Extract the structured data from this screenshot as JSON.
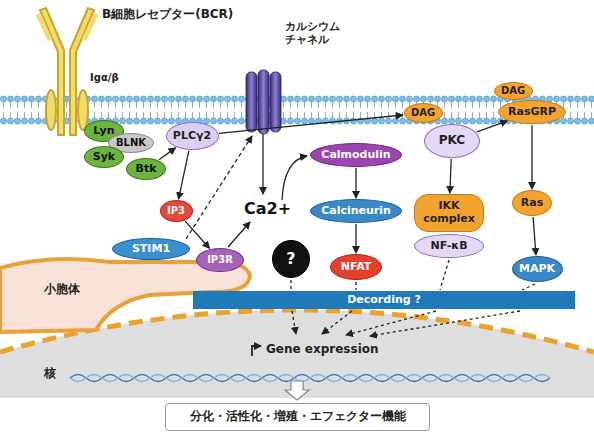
{
  "diagram": {
    "nodes": [
      {
        "text": [
          "Lyn"
        ]
      },
      {
        "text": [
          "BLNK"
        ]
      },
      {
        "text": [
          "Syk"
        ]
      },
      {
        "text": [
          "Btk"
        ]
      },
      {
        "text": [
          "PLCγ2"
        ]
      },
      {
        "text": [
          "IP3"
        ]
      },
      {
        "text": [
          "STIM1"
        ]
      },
      {
        "text": [
          "IP3R"
        ]
      },
      {
        "text": [
          "?"
        ]
      },
      {
        "text": [
          "Calmodulin"
        ]
      },
      {
        "text": [
          "Calcineurin"
        ]
      },
      {
        "text": [
          "NFAT"
        ]
      },
      {
        "text": [
          "DAG"
        ]
      },
      {
        "text": [
          "PKC"
        ]
      },
      {
        "text": [
          "DAG"
        ]
      },
      {
        "text": [
          "RasGRP"
        ]
      },
      {
        "text": [
          "IKK complex"
        ]
      },
      {
        "text": [
          "NF-κB"
        ]
      },
      {
        "text": [
          "Ras"
        ]
      },
      {
        "text": [
          "MAPK"
        ]
      },
      {
        "text": [
          "Decording ?"
        ]
      },
      {
        "text": [
          "分化・活性化・増殖・エフェクター機能"
        ]
      }
    ],
    "edges": [
      {
        "from": 3,
        "to": 4,
        "arrow": "to"
      },
      {
        "from": 4,
        "to": 12,
        "arrow": "to"
      },
      {
        "from": 4,
        "to": 5,
        "arrow": "to"
      },
      {
        "from": 5,
        "to": 7,
        "arrow": "to"
      },
      {
        "from": 9,
        "to": 10,
        "arrow": "to"
      },
      {
        "from": 10,
        "to": 11,
        "arrow": "to"
      },
      {
        "from": 13,
        "to": 15,
        "arrow": "to"
      },
      {
        "from": 13,
        "to": 16,
        "arrow": "to"
      },
      {
        "from": 15,
        "to": 18,
        "arrow": "to"
      },
      {
        "from": 18,
        "to": 19,
        "arrow": "to"
      }
    ],
    "labels": [
      "B細胞レセプター(BCR)",
      "Igα/β",
      "カルシウム チャネル",
      "Ca2+",
      "小胞体",
      "核",
      "Gene expression"
    ]
  }
}
